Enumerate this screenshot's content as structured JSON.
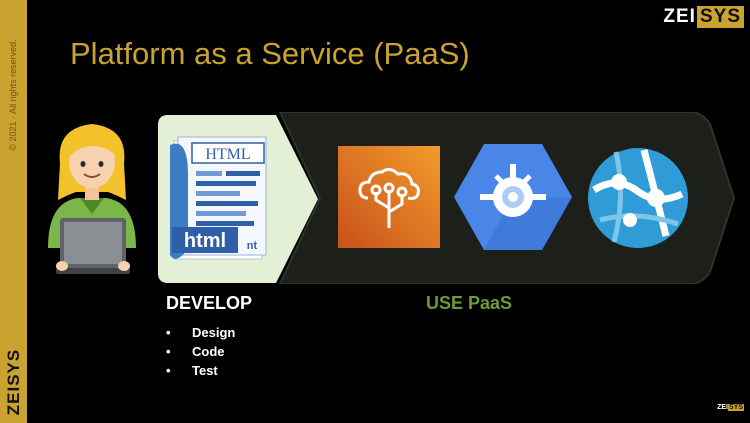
{
  "sidebar": {
    "copyright": "© 2021 · All rights reserved.",
    "logo": "ZEISYS"
  },
  "logo": {
    "part1": "ZEI",
    "part2": "SYS"
  },
  "slide": {
    "title": "Platform as a Service (PaaS)"
  },
  "develop": {
    "title": "DEVELOP",
    "bullet": "•",
    "items": [
      "Design",
      "Code",
      "Test"
    ],
    "file_label_top": "HTML",
    "file_label_bottom": "html",
    "file_label_tail": "nt"
  },
  "paas": {
    "label": "USE PaaS"
  },
  "icons": {
    "person": "developer-with-laptop-icon",
    "document": "html-document-icon",
    "aws": "aws-elastic-beanstalk-icon",
    "gcp": "google-app-engine-icon",
    "azure": "azure-app-service-icon"
  },
  "colors": {
    "gold": "#c9a230",
    "paas_green": "#6a9a3c",
    "aws_orange": "#e7761e",
    "gcp_blue": "#4a86e8",
    "azure_blue": "#2f9cd7",
    "develop_card": "#e4f0d6"
  }
}
